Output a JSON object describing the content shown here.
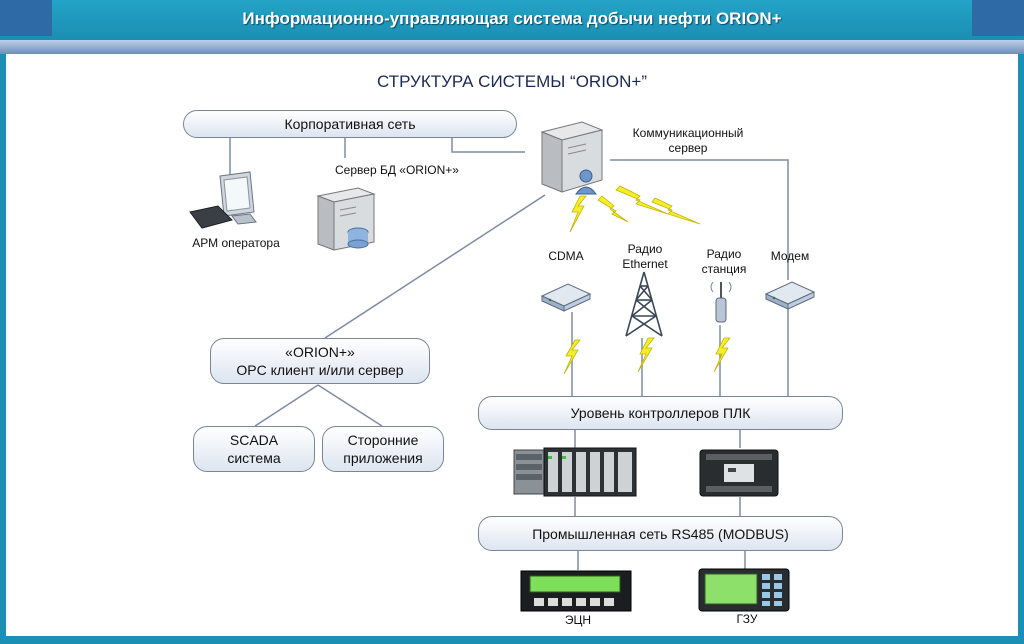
{
  "header": {
    "title": "Информационно-управляющая система добычи нефти ORION+"
  },
  "diagram": {
    "title": "СТРУКТУРА СИСТЕМЫ “ORION+”",
    "corp_net": "Корпоративная сеть",
    "db_server": "Сервер БД «ORION+»",
    "operator": "АРМ оператора",
    "comm_server_line1": "Коммуникационный",
    "comm_server_line2": "сервер",
    "cdma": "CDMA",
    "radio_eth_line1": "Радио",
    "radio_eth_line2": "Ethernet",
    "radio_st_line1": "Радио",
    "radio_st_line2": "станция",
    "modem": "Модем",
    "opc_line1": "«ORION+»",
    "opc_line2": "OPC клиент и/или сервер",
    "scada_line1": "SCADA",
    "scada_line2": "система",
    "apps_line1": "Сторонние",
    "apps_line2": "приложения",
    "plc_level": "Уровень контроллеров ПЛК",
    "rs485": "Промышленная сеть RS485 (MODBUS)",
    "esp": "ЭЦН",
    "gzu": "ГЗУ"
  }
}
